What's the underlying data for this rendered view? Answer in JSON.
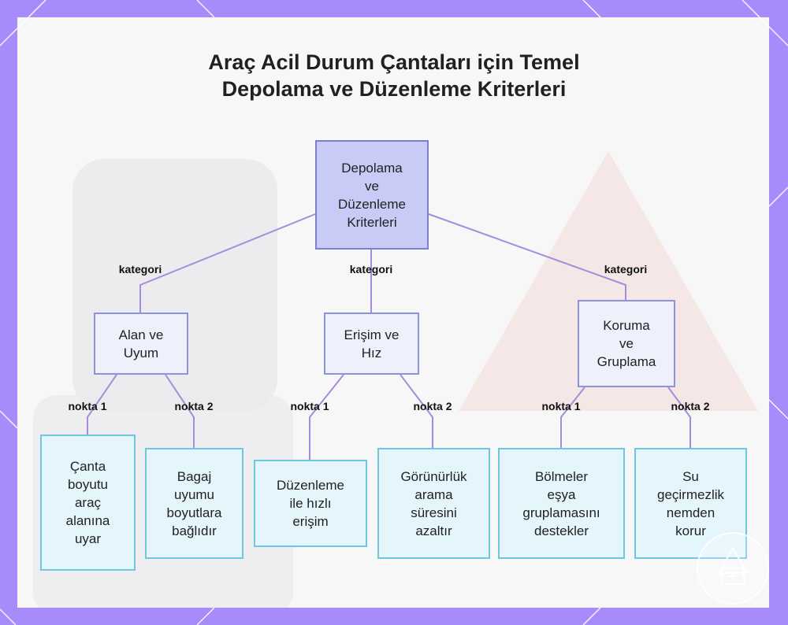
{
  "title": {
    "line1": "Araç Acil Durum Çantaları için Temel",
    "line2": "Depolama ve Düzenleme Kriterleri"
  },
  "root": {
    "lines": [
      "Depolama",
      "ve",
      "Düzenleme",
      "Kriterleri"
    ]
  },
  "categories": [
    {
      "edge_label": "kategori",
      "lines": [
        "Alan ve",
        "Uyum"
      ]
    },
    {
      "edge_label": "kategori",
      "lines": [
        "Erişim ve",
        "Hız"
      ]
    },
    {
      "edge_label": "kategori",
      "lines": [
        "Koruma",
        "ve",
        "Gruplama"
      ]
    }
  ],
  "leaves": [
    {
      "edge_label": "nokta 1",
      "lines": [
        "Çanta",
        "boyutu",
        "araç",
        "alanına",
        "uyar"
      ]
    },
    {
      "edge_label": "nokta 2",
      "lines": [
        "Bagaj",
        "uyumu",
        "boyutlara",
        "bağlıdır"
      ]
    },
    {
      "edge_label": "nokta 1",
      "lines": [
        "Düzenleme",
        "ile hızlı",
        "erişim"
      ]
    },
    {
      "edge_label": "nokta 2",
      "lines": [
        "Görünürlük",
        "arama",
        "süresini",
        "azaltır"
      ]
    },
    {
      "edge_label": "nokta 1",
      "lines": [
        "Bölmeler",
        "eşya",
        "gruplamasını",
        "destekler"
      ]
    },
    {
      "edge_label": "nokta 2",
      "lines": [
        "Su",
        "geçirmezlik",
        "nemden",
        "korur"
      ]
    }
  ],
  "colors": {
    "frame": "#a78bfa",
    "edge": "#a78bdc",
    "root_fill": "#c7cbf6",
    "category_fill": "#eef0fb",
    "leaf_fill": "#e4f5fb"
  },
  "icons": [
    "first-aid-kit-watermark-icon"
  ]
}
